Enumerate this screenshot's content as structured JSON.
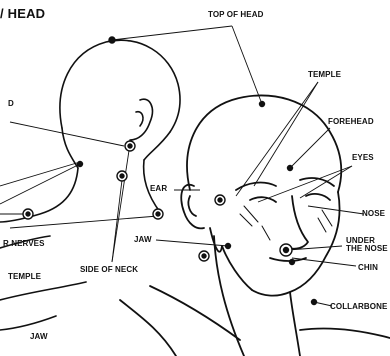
{
  "title": "/ HEAD",
  "labels": {
    "top_of_head": "TOP OF HEAD",
    "temple": "TEMPLE",
    "forehead": "FOREHEAD",
    "eyes": "EYES",
    "nose": "NOSE",
    "ear": "EAR",
    "jaw": "JAW",
    "under_the_nose_line1": "UNDER",
    "under_the_nose_line2": "THE NOSE",
    "chin": "CHIN",
    "collarbone": "COLLARBONE",
    "side_of_neck": "SIDE OF NECK",
    "nerves": "R NERVES",
    "temple_left": "TEMPLE",
    "jaw_left": "JAW",
    "partial_d": "D"
  }
}
